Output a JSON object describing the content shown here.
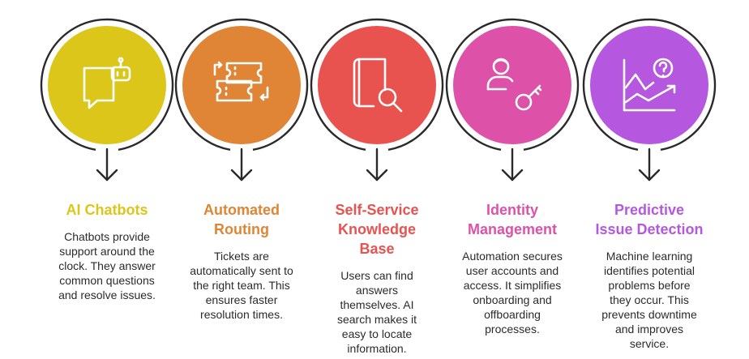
{
  "items": [
    {
      "title_lines": [
        "AI Chatbots"
      ],
      "description_lines": [
        "Chatbots provide",
        "support around the",
        "clock. They answer",
        "common questions",
        "and resolve issues."
      ],
      "color": "#dcc61a",
      "icon": "chatbot-icon"
    },
    {
      "title_lines": [
        "Automated",
        "Routing"
      ],
      "description_lines": [
        "Tickets are",
        "automatically sent to",
        "the right team. This",
        "ensures faster",
        "resolution times."
      ],
      "color": "#e08535",
      "icon": "ticket-routing-icon"
    },
    {
      "title_lines": [
        "Self-Service",
        "Knowledge",
        "Base"
      ],
      "description_lines": [
        "Users can find",
        "answers",
        "themselves. AI",
        "search makes it",
        "easy to locate",
        "information."
      ],
      "color": "#e8524f",
      "icon": "book-search-icon"
    },
    {
      "title_lines": [
        "Identity",
        "Management"
      ],
      "description_lines": [
        "Automation secures",
        "user accounts and",
        "access. It simplifies",
        "onboarding and",
        "offboarding",
        "processes."
      ],
      "color": "#dd52a8",
      "icon": "user-key-icon"
    },
    {
      "title_lines": [
        "Predictive",
        "Issue Detection"
      ],
      "description_lines": [
        "Machine learning",
        "identifies potential",
        "problems before",
        "they occur. This",
        "prevents downtime",
        "and improves",
        "service."
      ],
      "color": "#b558df",
      "icon": "trend-question-icon"
    }
  ]
}
